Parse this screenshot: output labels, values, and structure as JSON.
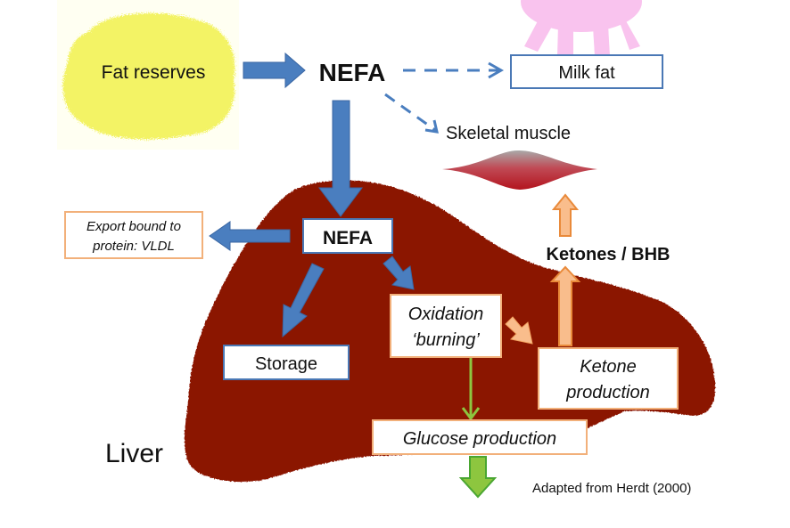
{
  "diagram": {
    "fat_reserves": {
      "label": "Fat reserves",
      "color": "#f3f35a"
    },
    "nefa_top": {
      "label": "NEFA"
    },
    "milk_fat": {
      "label": "Milk fat",
      "udder_color": "#f9c3ee"
    },
    "skeletal_muscle": {
      "label": "Skeletal muscle",
      "color": "#b8242c"
    },
    "liver": {
      "label": "Liver",
      "color": "#8b1200"
    },
    "nefa_liver": {
      "label": "NEFA"
    },
    "export": {
      "line1": "Export bound to",
      "line2": "protein: VLDL"
    },
    "storage": {
      "label": "Storage"
    },
    "oxidation": {
      "line1": "Oxidation",
      "line2": "‘burning’"
    },
    "ketone_production": {
      "line1": "Ketone",
      "line2": "production"
    },
    "ketones_bhb": {
      "label": "Ketones / BHB"
    },
    "glucose_production": {
      "label": "Glucose production"
    },
    "citation": {
      "label": "Adapted from Herdt (2000)"
    },
    "colors": {
      "blue_arrow": "#4a7ebf",
      "orange_arrow": "#f9bd8c",
      "orange_stroke": "#e98a3a",
      "green_arrow": "#8dc63f",
      "green_stroke": "#4aa631"
    }
  }
}
